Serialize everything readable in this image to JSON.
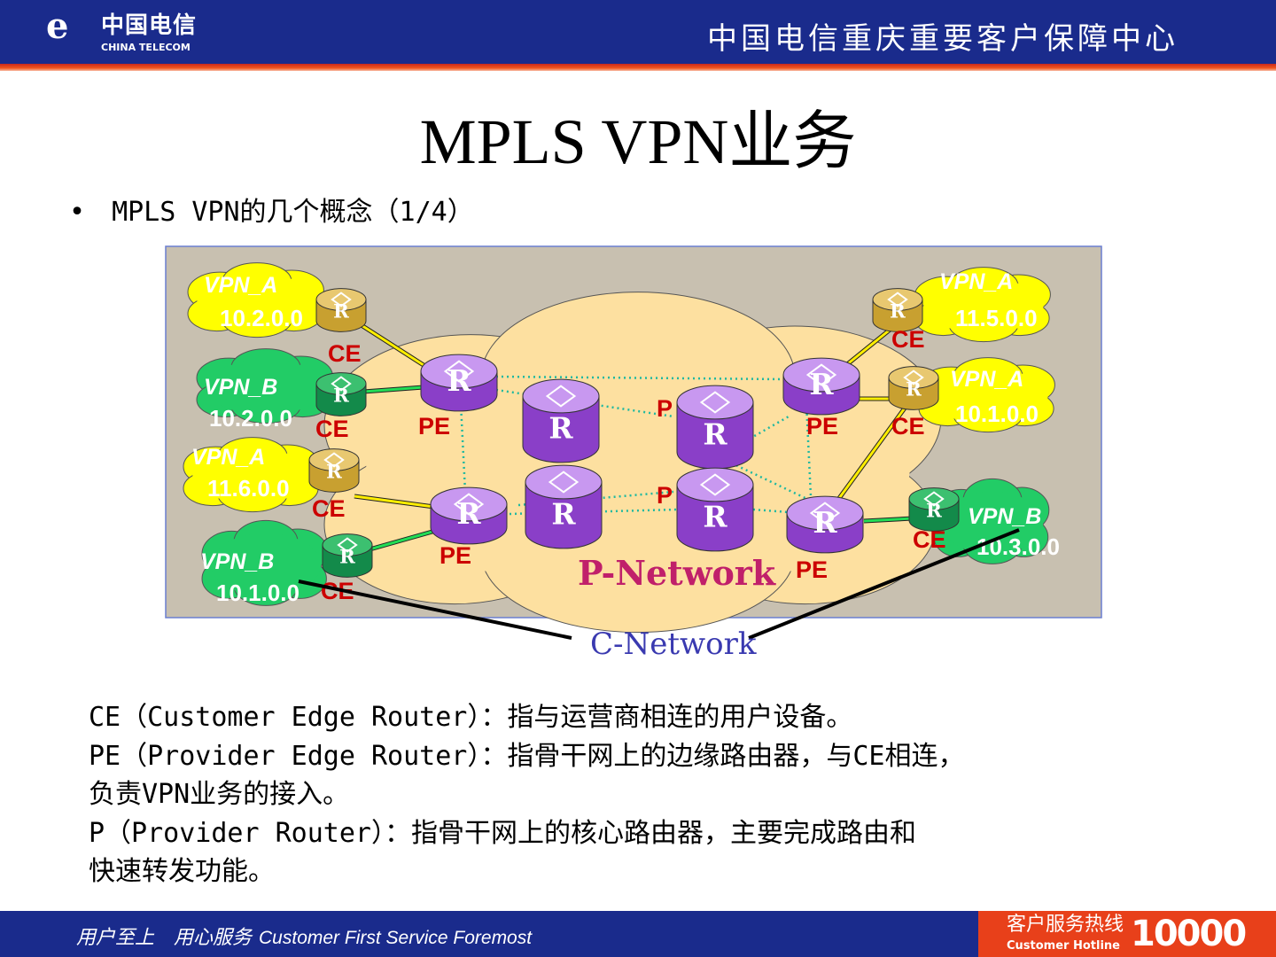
{
  "header": {
    "logo_glyph": "e",
    "logo_cn": "中国电信",
    "logo_en": "CHINA TELECOM",
    "org": "中国电信重庆重要客户保障中心",
    "bg_color": "#1a2b8c"
  },
  "title": "MPLS VPN业务",
  "bullet": {
    "symbol": "•",
    "text": "MPLS VPN的几个概念（1/4）"
  },
  "diagram": {
    "p_network_label": "P-Network",
    "c_network_label": "C-Network",
    "router_glyph": "R",
    "sites": [
      {
        "vpn": "VPN_A",
        "net": "10.2.0.0",
        "ce": "CE"
      },
      {
        "vpn": "VPN_B",
        "net": "10.2.0.0",
        "ce": "CE"
      },
      {
        "vpn": "VPN_A",
        "net": "11.6.0.0",
        "ce": "CE"
      },
      {
        "vpn": "VPN_B",
        "net": "10.1.0.0",
        "ce": "CE"
      },
      {
        "vpn": "VPN_A",
        "net": "11.5.0.0",
        "ce": "CE"
      },
      {
        "vpn": "VPN_A",
        "net": "10.1.0.0",
        "ce": "CE"
      },
      {
        "vpn": "VPN_B",
        "net": "10.3.0.0",
        "ce": "CE"
      }
    ],
    "pe_labels": [
      "PE",
      "PE",
      "PE",
      "PE"
    ],
    "p_labels": [
      "P",
      "P"
    ],
    "colors": {
      "vpn_a": "#ffff00",
      "vpn_b": "#22cc66",
      "pe_router": "#8a3fc8",
      "ce_gold": "#c8a030",
      "ce_green": "#138a4a",
      "label_red": "#cc0000",
      "backdrop": "#c8c0b0",
      "p_cloud": "#fde0a0"
    }
  },
  "description": [
    "CE（Customer Edge Router）：指与运营商相连的用户设备。",
    "PE（Provider Edge Router）：指骨干网上的边缘路由器，与CE相连，",
    "负责VPN业务的接入。",
    "P（Provider Router）：指骨干网上的核心路由器，主要完成路由和",
    "快速转发功能。"
  ],
  "footer": {
    "slogan_cn": "用户至上　用心服务",
    "slogan_en": "Customer First Service Foremost",
    "hotline_cn": "客户服务热线",
    "hotline_en": "Customer Hotline",
    "hotline_number": "10000"
  }
}
